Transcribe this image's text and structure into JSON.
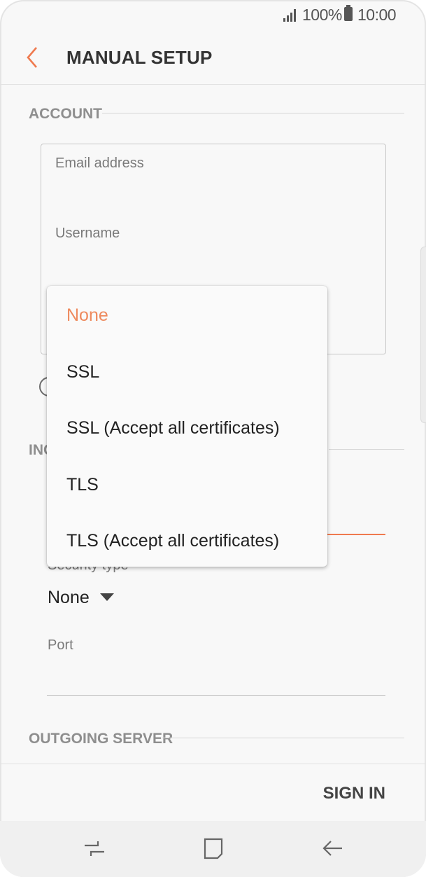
{
  "status_bar": {
    "battery_percent": "100%",
    "time": "10:00"
  },
  "app_bar": {
    "title": "MANUAL SETUP"
  },
  "account": {
    "header": "ACCOUNT",
    "email_label": "Email address",
    "username_label": "Username"
  },
  "incoming": {
    "header_partial": "INC",
    "security_type_label": "Security type",
    "security_type_value": "None",
    "port_label": "Port"
  },
  "outgoing": {
    "header": "OUTGOING SERVER"
  },
  "actions": {
    "sign_in": "SIGN IN"
  },
  "security_dropdown": {
    "options": [
      "None",
      "SSL",
      "SSL (Accept all certificates)",
      "TLS",
      "TLS (Accept all certificates)"
    ],
    "selected": "None"
  },
  "colors": {
    "accent": "#ef7a4f",
    "selected_option": "#ee8a5e"
  },
  "icons": [
    "signal-icon",
    "battery-icon",
    "back-arrow-icon",
    "recent-apps-icon",
    "home-icon",
    "nav-back-icon"
  ]
}
